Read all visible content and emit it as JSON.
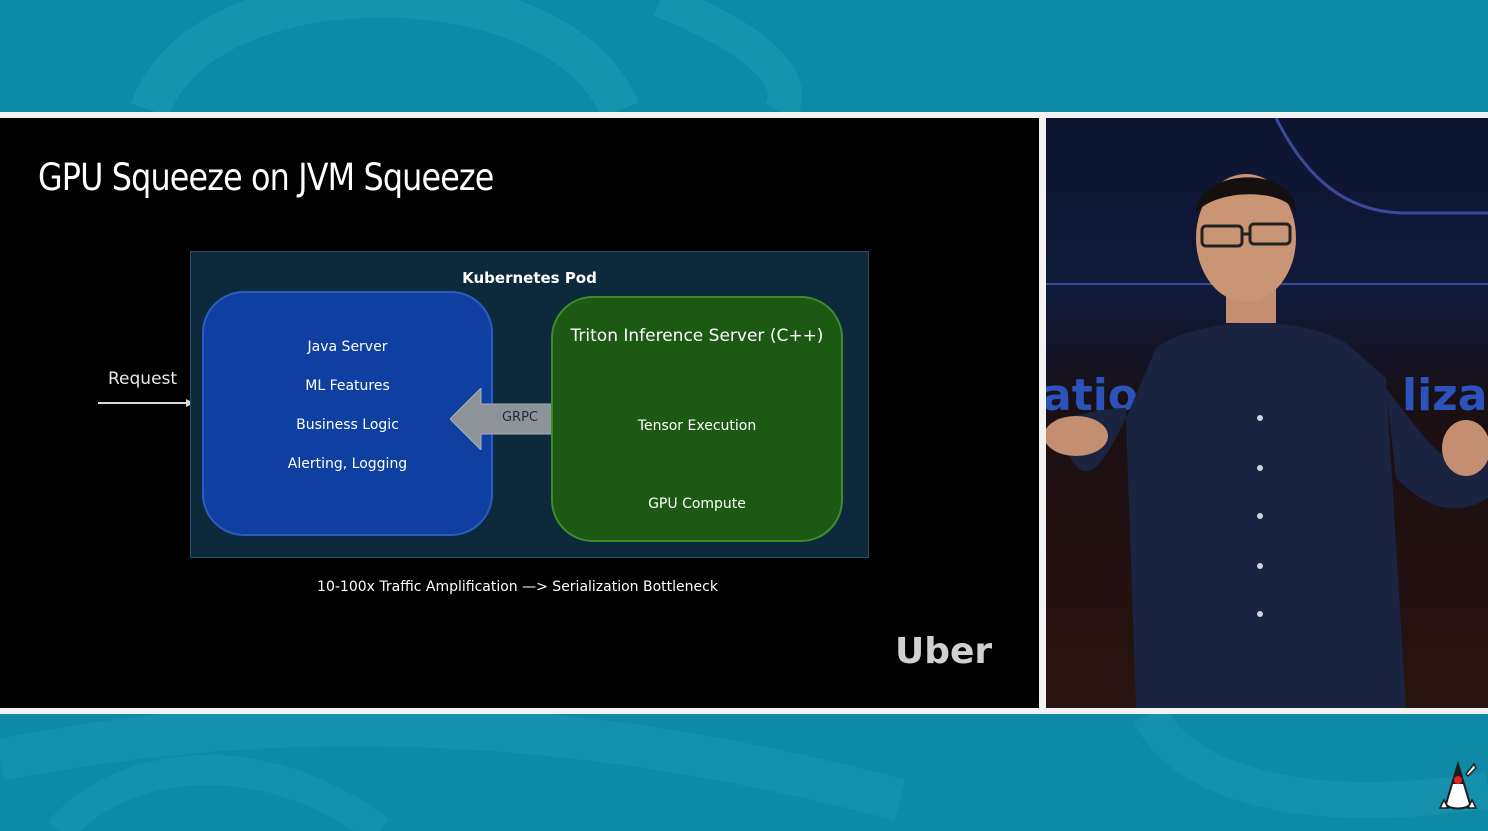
{
  "slide": {
    "title": "GPU Squeeze on JVM Squeeze",
    "request_label": "Request",
    "pod": {
      "title": "Kubernetes Pod",
      "java_server": {
        "items": [
          "Java Server",
          "ML Features",
          "Business Logic",
          "Alerting, Logging"
        ]
      },
      "connector_label": "GRPC",
      "triton": {
        "title": "Triton Inference Server (C++)",
        "items": [
          "Tensor Execution",
          "GPU Compute"
        ]
      }
    },
    "caption": "10-100x Traffic Amplification —> Serialization Bottleneck",
    "logo": "Uber"
  },
  "colors": {
    "background_teal": "#0e8aa6",
    "slide_black": "#000000",
    "pod_fill": "#0c2a3c",
    "java_box": "#0f3fa0",
    "triton_box": "#1c5a14",
    "arrow_gray": "#8c949a"
  },
  "icons": {
    "corner_logo": "duke-mascot-icon"
  }
}
